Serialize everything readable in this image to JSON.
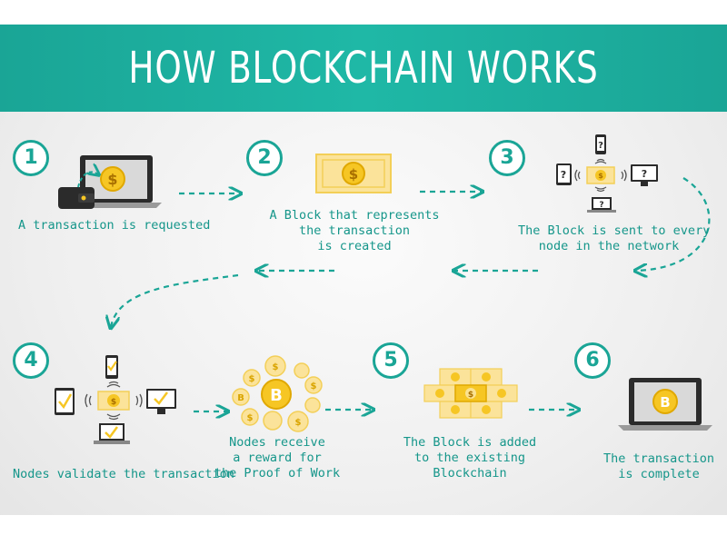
{
  "title": "HOW BLOCKCHAIN WORKS",
  "steps": [
    {
      "number": "1",
      "caption": "A transaction is requested"
    },
    {
      "number": "2",
      "caption": "A Block that represents\nthe transaction\nis created"
    },
    {
      "number": "3",
      "caption": "The Block is sent to every\nnode in the network"
    },
    {
      "number": "4",
      "caption": "Nodes validate the transaction"
    },
    {
      "number": "",
      "caption": "Nodes receive\na reward for\nthe Proof of Work"
    },
    {
      "number": "5",
      "caption": "The Block is added\nto the existing\nBlockchain"
    },
    {
      "number": "6",
      "caption": "The transaction\nis complete"
    }
  ],
  "symbols": {
    "dollar": "$",
    "bitcoin": "B",
    "unknown": "?"
  },
  "colors": {
    "teal": "#1aa596",
    "gold": "#f6c624",
    "gold_light": "#fbe39a",
    "dark": "#2b2b2b",
    "screen_gray": "#d9d9d9"
  }
}
